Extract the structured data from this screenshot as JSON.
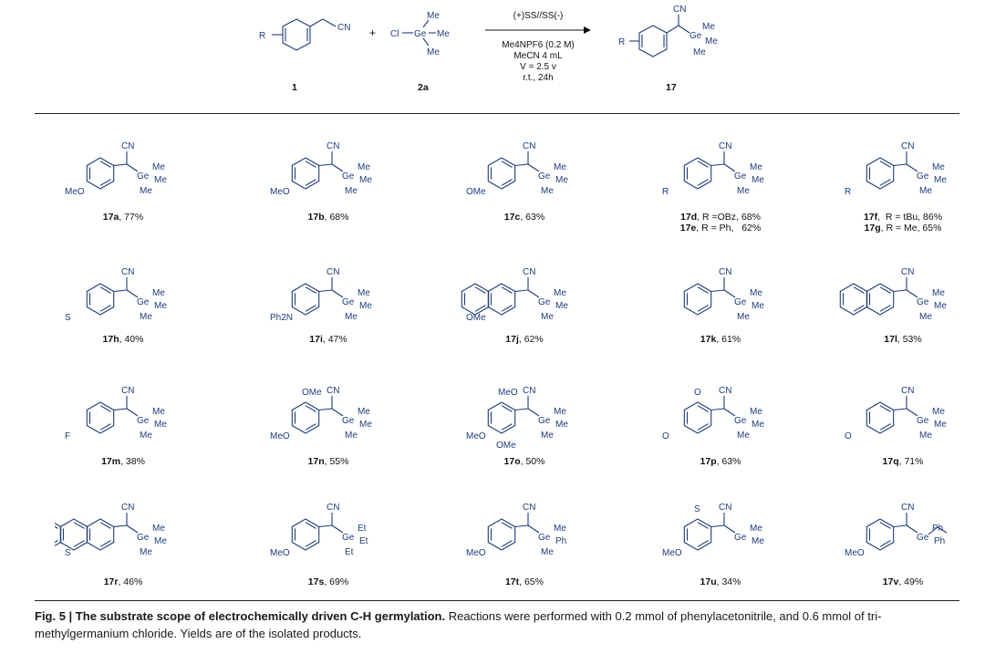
{
  "scheme": {
    "reactant1_number": "1",
    "reactant2_number": "2a",
    "product_number": "17",
    "plus": "+",
    "conditions": [
      "(+)SS//SS(-)",
      "Me4NPF6 (0.2 M)",
      "MeCN 4 mL",
      "V = 2.5 v",
      "r.t., 24h"
    ],
    "r_label": "R",
    "cn": "CN",
    "cl": "Cl",
    "ge": "Ge",
    "me": "Me"
  },
  "compounds": [
    {
      "id": "17a",
      "text": ", 77%",
      "subs": [
        "MeO"
      ]
    },
    {
      "id": "17b",
      "text": ", 68%",
      "subs": [
        "MeO"
      ]
    },
    {
      "id": "17c",
      "text": ", 63%",
      "subs": [
        "OMe"
      ]
    },
    {
      "id": "17d",
      "text": ", R =OBz, 68%",
      "line2_id": "17e",
      "line2_text": ", R = Ph,   62%",
      "subs": [
        "R"
      ]
    },
    {
      "id": "17f",
      "text": ",  R = tBu, 86%",
      "line2_id": "17g",
      "line2_text": ", R = Me, 65%",
      "subs": [
        "R"
      ]
    },
    {
      "id": "17h",
      "text": ", 40%",
      "subs": [
        "S"
      ]
    },
    {
      "id": "17i",
      "text": ", 47%",
      "subs": [
        "Ph2N"
      ]
    },
    {
      "id": "17j",
      "text": ", 62%",
      "subs": [
        "OMe"
      ]
    },
    {
      "id": "17k",
      "text": ", 61%",
      "subs": []
    },
    {
      "id": "17l",
      "text": ", 53%",
      "subs": []
    },
    {
      "id": "17m",
      "text": ", 38%",
      "subs": [
        "F"
      ]
    },
    {
      "id": "17n",
      "text": ", 55%",
      "subs": [
        "MeO",
        "OMe"
      ]
    },
    {
      "id": "17o",
      "text": ", 50%",
      "subs": [
        "MeO",
        "MeO",
        "OMe"
      ]
    },
    {
      "id": "17p",
      "text": ", 63%",
      "subs": [
        "O",
        "O"
      ]
    },
    {
      "id": "17q",
      "text": ", 71%",
      "subs": [
        "O"
      ]
    },
    {
      "id": "17r",
      "text": ", 46%",
      "subs": [
        "S"
      ]
    },
    {
      "id": "17s",
      "text": ", 69%",
      "subs": [
        "MeO"
      ],
      "ge_groups": [
        "Et",
        "Et",
        "Et"
      ]
    },
    {
      "id": "17t",
      "text": ", 65%",
      "subs": [
        "MeO"
      ],
      "ge_groups": [
        "Me",
        "Ph",
        "Me"
      ]
    },
    {
      "id": "17u",
      "text": ", 34%",
      "subs": [
        "MeO",
        "S"
      ],
      "ge_groups": [
        "Me",
        "Me"
      ]
    },
    {
      "id": "17v",
      "text": ", 49%",
      "subs": [
        "MeO"
      ],
      "ge_groups": [
        "Ph",
        "Ph"
      ]
    }
  ],
  "caption": {
    "lead": "Fig. 5 | The substrate scope of electrochemically driven C-H germylation.",
    "body": " Reactions were performed with 0.2 mmol of phenylacetonitrile, and 0.6 mmol of tri-methylgermanium chloride. Yields are of the isolated products."
  },
  "colors": {
    "structure": "#1f3d7a",
    "text": "#111111",
    "rule": "#222222"
  }
}
